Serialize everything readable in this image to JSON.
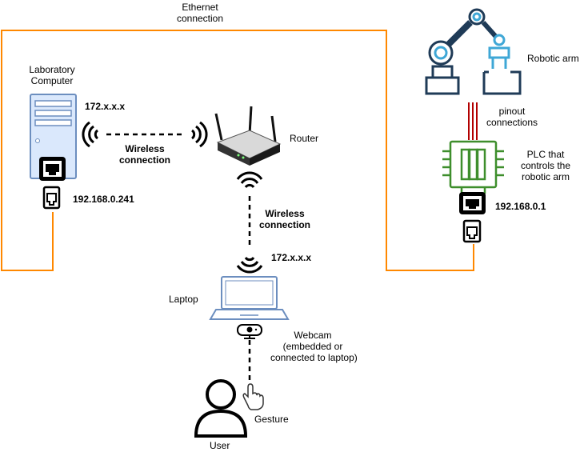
{
  "colors": {
    "ethernet": "#ff8800",
    "computer_fill": "#dae8fc",
    "computer_stroke": "#6c8ebf",
    "robot_dark": "#1f3b57",
    "robot_light": "#3fa7d6",
    "plc_green": "#3e8e2c",
    "pinout_red": "#b20000"
  },
  "labels": {
    "ethernet_connection": "Ethernet\nconnection",
    "laboratory_computer": "Laboratory\nComputer",
    "lab_ip_wireless": "172.x.x.x",
    "lab_ip_ethernet": "192.168.0.241",
    "wireless_connection_1": "Wireless\nconnection",
    "router": "Router",
    "wireless_connection_2": "Wireless\nconnection",
    "laptop_ip_wireless": "172.x.x.x",
    "laptop": "Laptop",
    "webcam": "Webcam\n(embedded or\nconnected to laptop)",
    "gesture": "Gesture",
    "user": "User",
    "robotic_arm": "Robotic arm",
    "pinout_connections": "pinout\nconnections",
    "plc": "PLC that\ncontrols the\nrobotic arm",
    "plc_ip": "192.168.0.1"
  },
  "icons": [
    "desktop-tower-icon",
    "ethernet-port-icon",
    "ethernet-plug-icon",
    "wifi-signal-icon",
    "router-icon",
    "laptop-icon",
    "webcam-icon",
    "user-icon",
    "hand-gesture-icon",
    "robotic-arm-icon",
    "plc-chip-icon"
  ]
}
